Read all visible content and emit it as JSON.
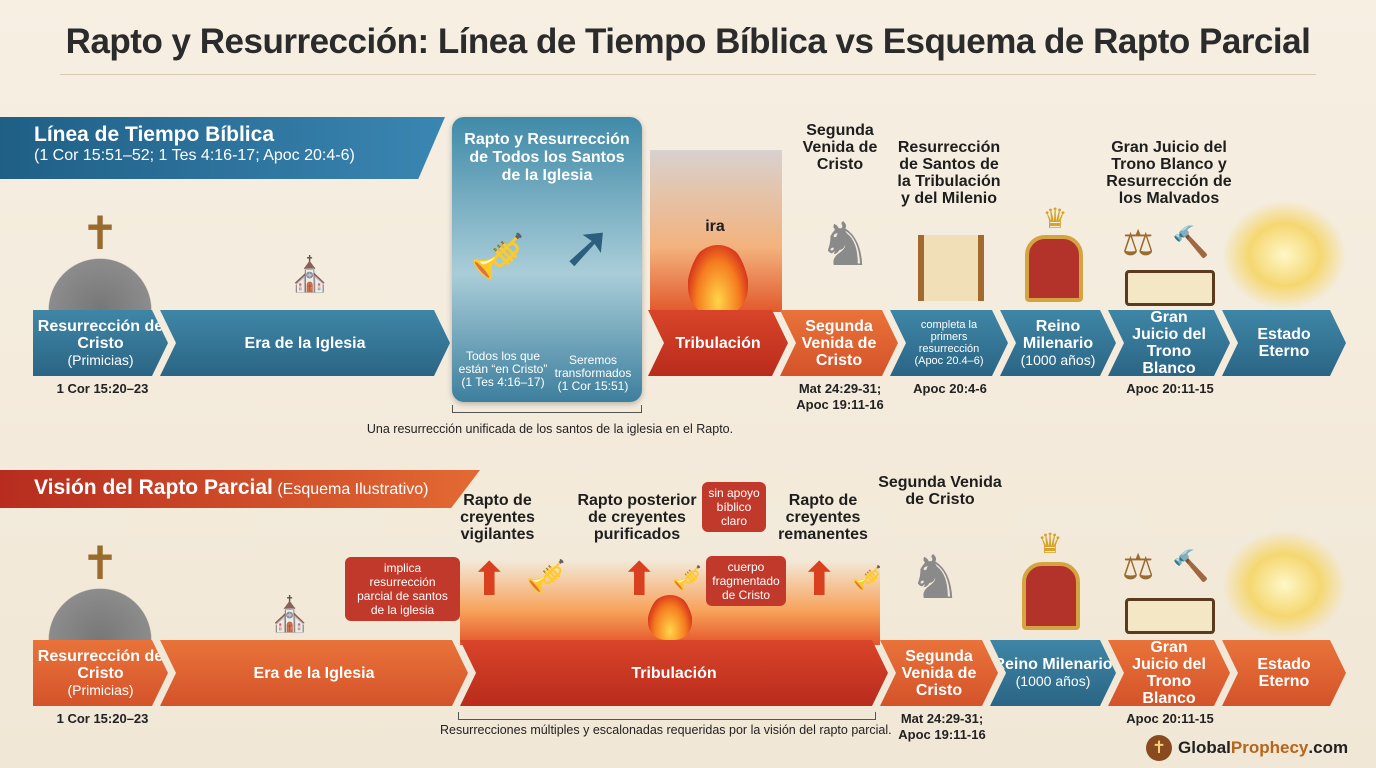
{
  "title": "Rapto y Resurrección: Línea de Tiempo Bíblica vs Esquema de Rapto Parcial",
  "biblical": {
    "banner_title": "Línea de Tiempo Bíblica",
    "banner_refs": "(1 Cor 15:51–52; 1 Tes 4:16-17; Apoc 20:4-6)",
    "rapture_box": {
      "title": "Rapto y Resurrección de Todos los Santos de la Iglesia",
      "left_text": "Todos los que están “en Cristo”",
      "left_ref": "(1 Tes 4:16–17)",
      "right_text": "Seremos transformados",
      "right_ref": "(1 Cor 15:51)"
    },
    "wrath_label": "ira",
    "top_labels": {
      "second_coming": "Segunda Venida de Cristo",
      "tribulation_saints": "Resurrección de Santos de la Tribulación y del Milenio",
      "white_throne": "Gran Juicio del Trono Blanco y Resurrección de los Malvados"
    },
    "segments": [
      {
        "label": "Resurrección de Cristo",
        "sub": "(Primicias)",
        "ref": "1 Cor 15:20–23"
      },
      {
        "label": "Era de la Iglesia"
      },
      {
        "label": "Tribulación"
      },
      {
        "label": "Segunda Venida de Cristo",
        "ref": "Mat 24:29-31; Apoc 19:11-16"
      },
      {
        "label": "completa la primers resurrección (Apoc 20.4–6)",
        "ref": "Apoc 20:4-6"
      },
      {
        "label": "Reino Milenario",
        "sub": "(1000 años)"
      },
      {
        "label": "Gran Juicio del Trono Blanco",
        "ref": "Apoc 20:11-15"
      },
      {
        "label": "Estado Eterno"
      }
    ],
    "bracket_note": "Una resurrección unificada de los santos de la iglesia en el Rapto."
  },
  "partial": {
    "banner_title": "Visión del Rapto Parcial",
    "banner_sub": "(Esquema Ilustrativo)",
    "raptures": [
      "Rapto de creyentes vigilantes",
      "Rapto posterior de creyentes purificados",
      "Rapto de creyentes remanentes"
    ],
    "callouts": [
      "implica resurrección parcial de santos de la iglesia",
      "sin apoyo bíblico claro",
      "cuerpo fragmentado de Cristo"
    ],
    "second_coming_label": "Segunda Venida de Cristo",
    "segments": [
      {
        "label": "Resurrección de Cristo",
        "sub": "(Primicias)",
        "ref": "1 Cor 15:20–23"
      },
      {
        "label": "Era de la Iglesia"
      },
      {
        "label": "Tribulación"
      },
      {
        "label": "Segunda Venida de Cristo",
        "ref": "Mat 24:29-31; Apoc 19:11-16"
      },
      {
        "label": "Reino Milenario",
        "sub": "(1000 años)"
      },
      {
        "label": "Gran Juicio del Trono Blanco",
        "ref": "Apoc 20:11-15"
      },
      {
        "label": "Estado Eterno"
      }
    ],
    "bracket_note": "Resurrecciones múltiples y escalonadas requeridas por la visión del rapto parcial."
  },
  "logo": {
    "text_a": "Global",
    "text_b": "Prophecy",
    "text_c": ".com"
  },
  "colors": {
    "blue": "#2b6585",
    "red": "#c0392b",
    "orange": "#e06a35",
    "background": "#f4ecdd"
  }
}
